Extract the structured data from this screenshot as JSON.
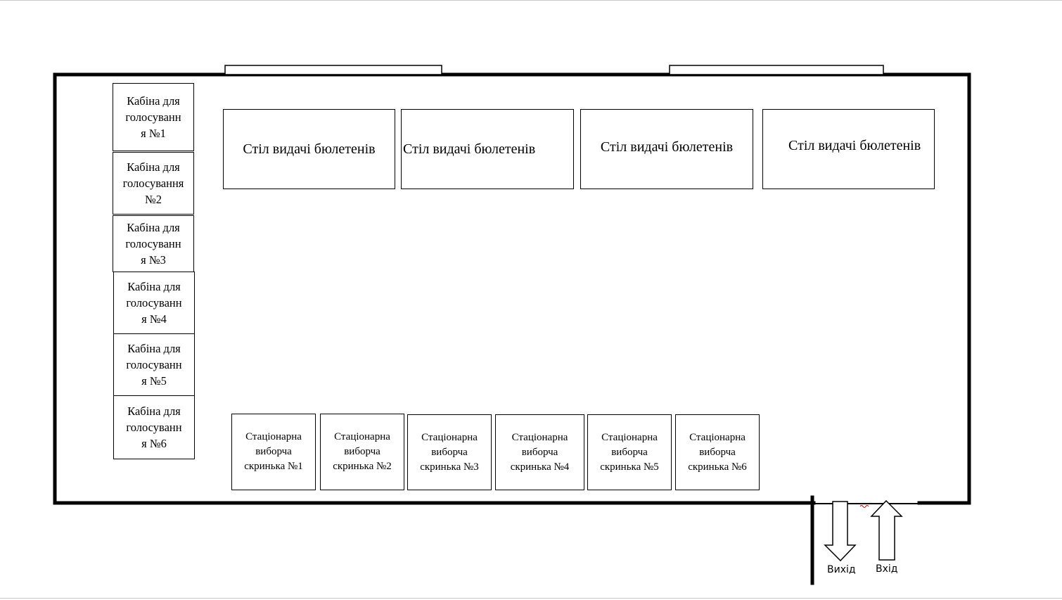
{
  "cabins": [
    {
      "label": "Кабіна для\nголосуванн\nя №1"
    },
    {
      "label": "Кабіна для\nголосування\n№2"
    },
    {
      "label": "Кабіна для\nголосуванн\nя №3"
    },
    {
      "label": "Кабіна для\nголосуванн\nя №4"
    },
    {
      "label": "Кабіна для\nголосуванн\nя №5"
    },
    {
      "label": "Кабіна для\nголосуванн\nя №6"
    }
  ],
  "tables": [
    {
      "label": "Стіл видачі бюлетенів"
    },
    {
      "label": "Стіл видачі бюлетенів"
    },
    {
      "label": "Стіл видачі бюлетенів"
    },
    {
      "label": "Стіл видачі бюлетенів"
    }
  ],
  "urns": [
    {
      "label": "Стаціонарна\nвиборча\nскринька №1"
    },
    {
      "label": "Стаціонарна\nвиборча\nскринька №2"
    },
    {
      "label": "Стаціонарна\nвиборча\nскринька №3"
    },
    {
      "label": "Стаціонарна\nвиборча\nскринька №4"
    },
    {
      "label": "Стаціонарна\nвиборча\nскринька №5"
    },
    {
      "label": "Стаціонарна\nвиборча\nскринька №6"
    }
  ],
  "exit_label": "Вихід",
  "entry_label": "Вхід"
}
